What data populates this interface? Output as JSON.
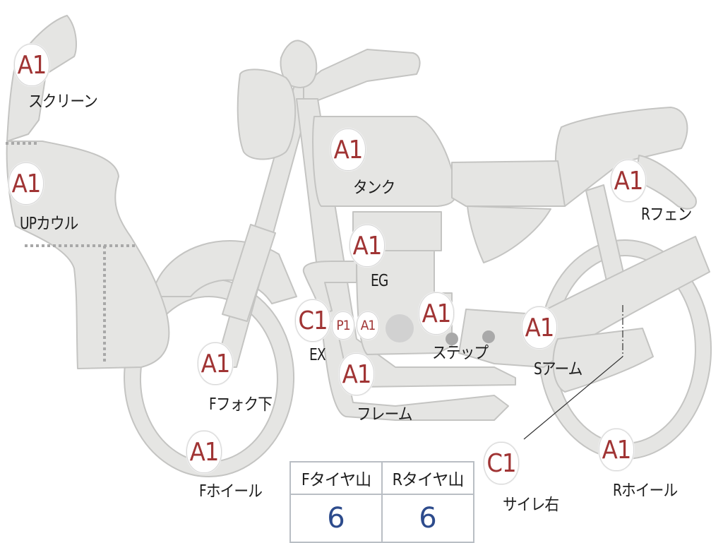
{
  "colors": {
    "body_fill": "#e5e5e3",
    "body_stroke": "#c4c4c2",
    "marker_text": "#a03434",
    "value_text": "#2d4b8c"
  },
  "parts": [
    {
      "id": "screen",
      "grade": "A1",
      "label": "スクリーン"
    },
    {
      "id": "upcowl",
      "grade": "A1",
      "label": "UPカウル"
    },
    {
      "id": "tank",
      "grade": "A1",
      "label": "タンク"
    },
    {
      "id": "rfender",
      "grade": "A1",
      "label": "Rフェン"
    },
    {
      "id": "engine",
      "grade": "A1",
      "label": "EG"
    },
    {
      "id": "exhaust",
      "grade": "C1",
      "label": "EX"
    },
    {
      "id": "p1",
      "grade": "P1",
      "label": ""
    },
    {
      "id": "a1small",
      "grade": "A1",
      "label": ""
    },
    {
      "id": "step",
      "grade": "A1",
      "label": "ステップ"
    },
    {
      "id": "swingarm",
      "grade": "A1",
      "label": "Sアーム"
    },
    {
      "id": "ffork",
      "grade": "A1",
      "label": "Fフォク下"
    },
    {
      "id": "frame",
      "grade": "A1",
      "label": "フレーム"
    },
    {
      "id": "fwheel",
      "grade": "A1",
      "label": "Fホイール"
    },
    {
      "id": "silencer",
      "grade": "C1",
      "label": "サイレ右"
    },
    {
      "id": "rwheel",
      "grade": "A1",
      "label": "Rホイール"
    }
  ],
  "tire_table": {
    "headers": [
      "Fタイヤ山",
      "Rタイヤ山"
    ],
    "values": [
      "6",
      "6"
    ]
  }
}
